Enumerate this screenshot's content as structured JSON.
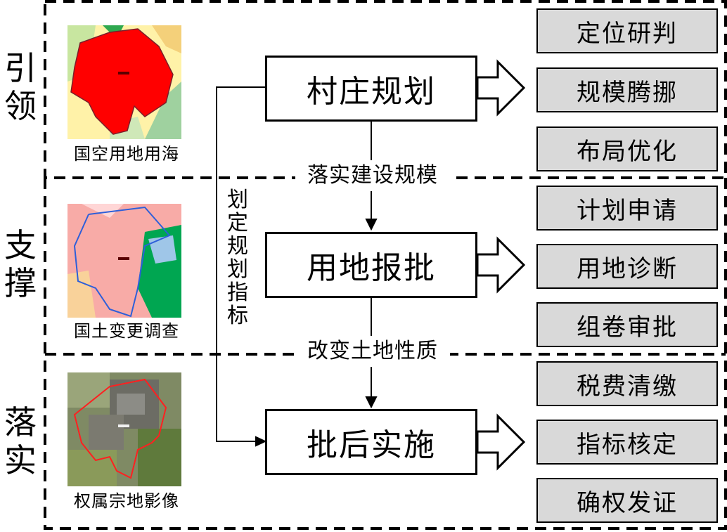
{
  "sections": [
    {
      "id": "lead",
      "chars": [
        "引",
        "领"
      ],
      "image_caption": "国空用地用海",
      "image_icon": "land-use-map"
    },
    {
      "id": "support",
      "chars": [
        "支",
        "撑"
      ],
      "image_caption": "国土变更调查",
      "image_icon": "land-change-survey-map"
    },
    {
      "id": "implement",
      "chars": [
        "落",
        "实"
      ],
      "image_caption": "权属宗地影像",
      "image_icon": "cadastral-aerial-image"
    }
  ],
  "stages": [
    "村庄规划",
    "用地报批",
    "批后实施"
  ],
  "connector_labels": [
    "落实建设规模",
    "改变土地性质"
  ],
  "side_label_chars": [
    "划",
    "定",
    "规",
    "划",
    "指",
    "标"
  ],
  "tasks": [
    [
      "定位研判",
      "规模腾挪",
      "布局优化"
    ],
    [
      "计划申请",
      "用地诊断",
      "组卷审批"
    ],
    [
      "税费清缴",
      "指标核定",
      "确权发证"
    ]
  ],
  "colors": {
    "task_fill": "#d9d9d9",
    "map_red": "#ff0000",
    "map_pink": "#f7a6a8",
    "map_green": "#00a651",
    "map_yellow": "#ffff99",
    "boundary_blue": "#2e5fd9"
  }
}
